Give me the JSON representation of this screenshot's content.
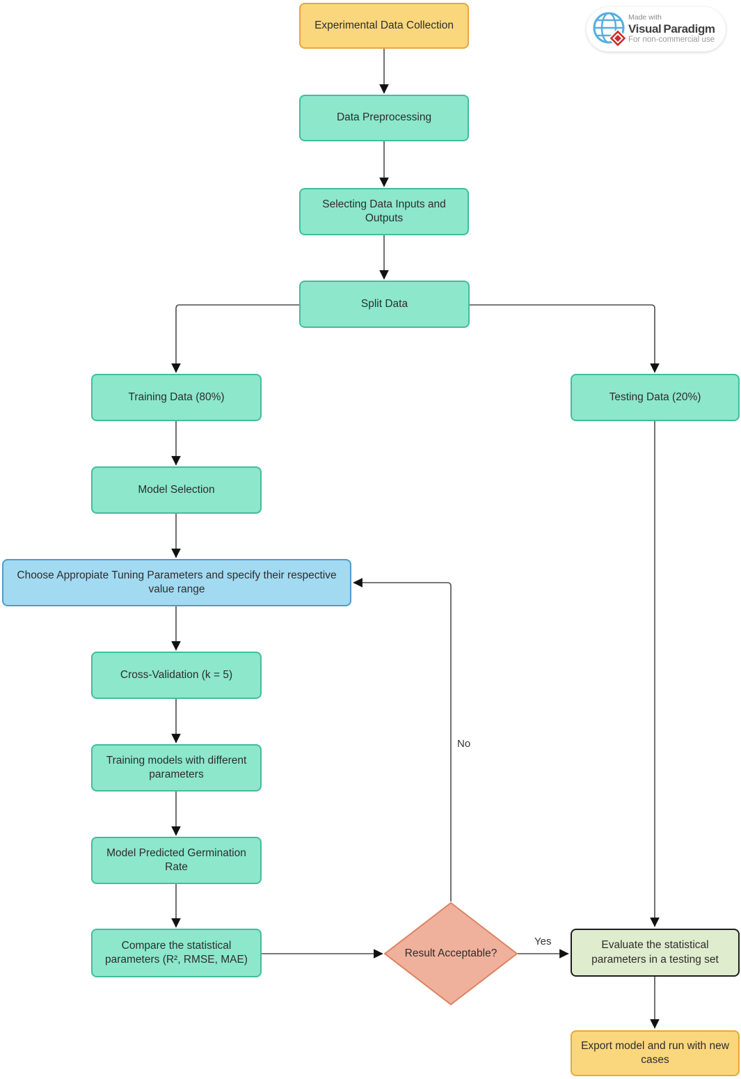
{
  "palette": {
    "process_fill": "#8CE7CB",
    "process_border": "#42BD9C",
    "terminator_fill": "#FAD77D",
    "terminator_border": "#E8A63F",
    "highlight_fill": "#A2DAF2",
    "highlight_border": "#4E9BCB",
    "decision_fill": "#F0B19C",
    "decision_border": "#DB8260",
    "evaluate_fill": "#DFECCD",
    "evaluate_border": "#1E1E1E",
    "connector_line": "#4d4d4d",
    "text": "#2d2d2d"
  },
  "badge": {
    "made_with": "Made with",
    "brand_first": "Visual",
    "brand_second": "Paradigm",
    "license": "For non-commercial use"
  },
  "nodes": [
    {
      "id": "experimental-data-collection",
      "label": "Experimental Data Collection"
    },
    {
      "id": "data-preprocessing",
      "label": "Data Preprocessing"
    },
    {
      "id": "selecting-data-inputs-outputs",
      "label": "Selecting Data Inputs and Outputs"
    },
    {
      "id": "split-data",
      "label": "Split Data"
    },
    {
      "id": "training-data",
      "label": "Training Data (80%)"
    },
    {
      "id": "testing-data",
      "label": "Testing Data (20%)"
    },
    {
      "id": "model-selection",
      "label": "Model Selection"
    },
    {
      "id": "choose-tuning-parameters",
      "label": "Choose Appropiate Tuning Parameters and specify their respective value range"
    },
    {
      "id": "cross-validation",
      "label": "Cross-Validation (k = 5)"
    },
    {
      "id": "training-models",
      "label": "Training models with different parameters"
    },
    {
      "id": "model-predicted-germination-rate",
      "label": "Model Predicted Germination Rate"
    },
    {
      "id": "compare-statistical-parameters",
      "label": "Compare the statistical parameters (R², RMSE, MAE)"
    },
    {
      "id": "result-acceptable",
      "label": "Result Acceptable?"
    },
    {
      "id": "evaluate-statistical-parameters",
      "label": "Evaluate the statistical parameters in a testing set"
    },
    {
      "id": "export-model",
      "label": "Export model and run with new cases"
    }
  ],
  "edge_labels": {
    "yes": "Yes",
    "no": "No"
  }
}
